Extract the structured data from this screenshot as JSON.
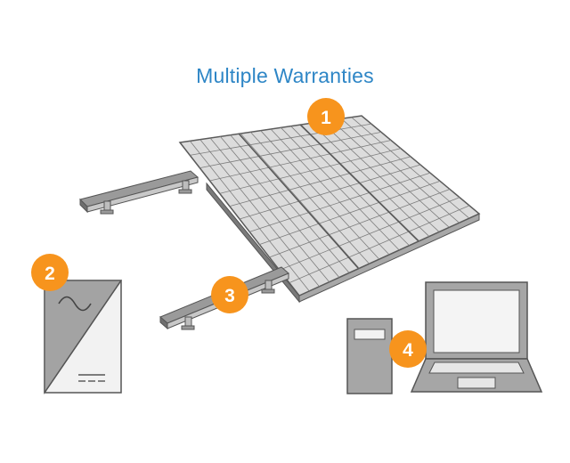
{
  "title": "Multiple Warranties",
  "accent_color": "#f7941d",
  "title_color": "#2e86c6",
  "badges": [
    {
      "label": "1",
      "points_to": "solar-panel"
    },
    {
      "label": "2",
      "points_to": "inverter"
    },
    {
      "label": "3",
      "points_to": "mounting-rail"
    },
    {
      "label": "4",
      "points_to": "monitoring-computer"
    }
  ],
  "icons": [
    "solar-panel-icon",
    "mounting-rail-icon",
    "inverter-icon",
    "sine-wave-icon",
    "dc-symbol-icon",
    "desktop-tower-icon",
    "laptop-icon"
  ]
}
